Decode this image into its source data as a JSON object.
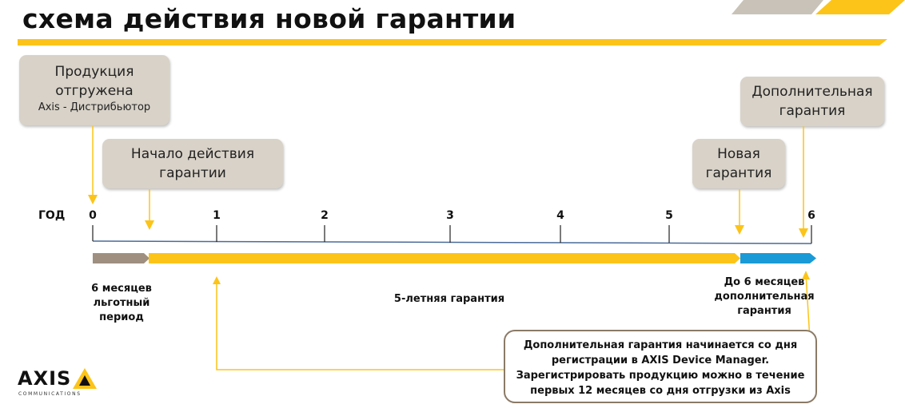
{
  "title": "схема действия новой гарантии",
  "boxes": {
    "shipped_line1": "Продукция",
    "shipped_line2": "отгружена",
    "shipped_sub": "Axis - Дистрибьютор",
    "start_line1": "Начало действия",
    "start_line2": "гарантии",
    "new_line1": "Новая",
    "new_line2": "гарантия",
    "extra_line1": "Дополнительная",
    "extra_line2": "гарантия"
  },
  "axis": {
    "year_label": "ГОД",
    "ticks": [
      "0",
      "1",
      "2",
      "3",
      "4",
      "5",
      "6"
    ]
  },
  "bars": {
    "grace_color": "#9e8f80",
    "warranty_color": "#fcc419",
    "extra_color": "#1a9ad7"
  },
  "labels": {
    "grace_1": "6 месяцев",
    "grace_2": "льготный",
    "grace_3": "период",
    "warranty": "5-летняя гарантия",
    "extra_1": "До 6 месяцев",
    "extra_2": "дополнительная",
    "extra_3": "гарантия"
  },
  "note": {
    "line1": "Дополнительная гарантия начинается со дня",
    "line2": "регистрации в AXIS  Device Manager.",
    "line3": "Зарегистрировать продукцию можно в течение",
    "line4": "первых 12 месяцев со дня отгрузки из Axis"
  },
  "logo": {
    "text": "AXIS",
    "sub": "COMMUNICATIONS"
  }
}
